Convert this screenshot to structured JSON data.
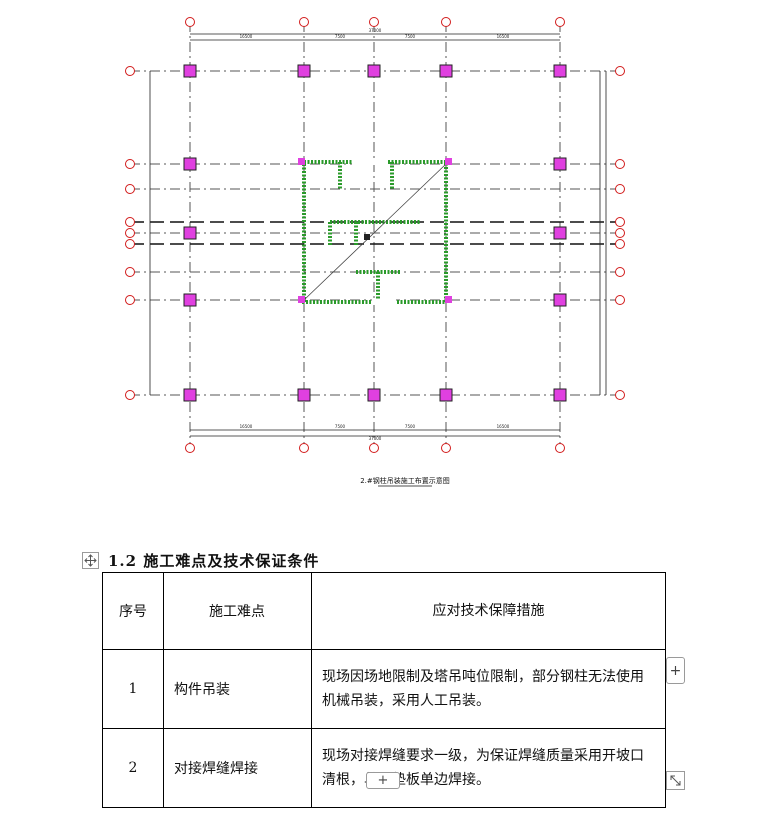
{
  "drawing": {
    "dimensions_top": [
      "16500",
      "7500",
      "7500",
      "16500"
    ],
    "total_top": "37000",
    "dimensions_bottom": [
      "16500",
      "7500",
      "7500",
      "16500"
    ],
    "total_bottom": "37000",
    "caption": "2.#钢柱吊装施工布置示意图"
  },
  "section": {
    "title": "1.2 施工难点及技术保证条件"
  },
  "table": {
    "headers": [
      "序号",
      "施工难点",
      "应对技术保障措施"
    ],
    "rows": [
      {
        "no": "1",
        "difficulty": "构件吊装",
        "measure": "现场因场地限制及塔吊吨位限制，部分钢柱无法使用机械吊装，采用人工吊装。"
      },
      {
        "no": "2",
        "difficulty": "对接焊缝焊接",
        "measure": "现场对接焊缝要求一级，为保证焊缝质量采用开坡口清根，单边垫板单边焊接。"
      }
    ]
  },
  "controls": {
    "add_row": "+",
    "add_column": "+"
  },
  "colors": {
    "axis_bubble": "#d21c1c",
    "column_fill": "#e040e0",
    "wall_hatch": "#2a9a2a"
  }
}
